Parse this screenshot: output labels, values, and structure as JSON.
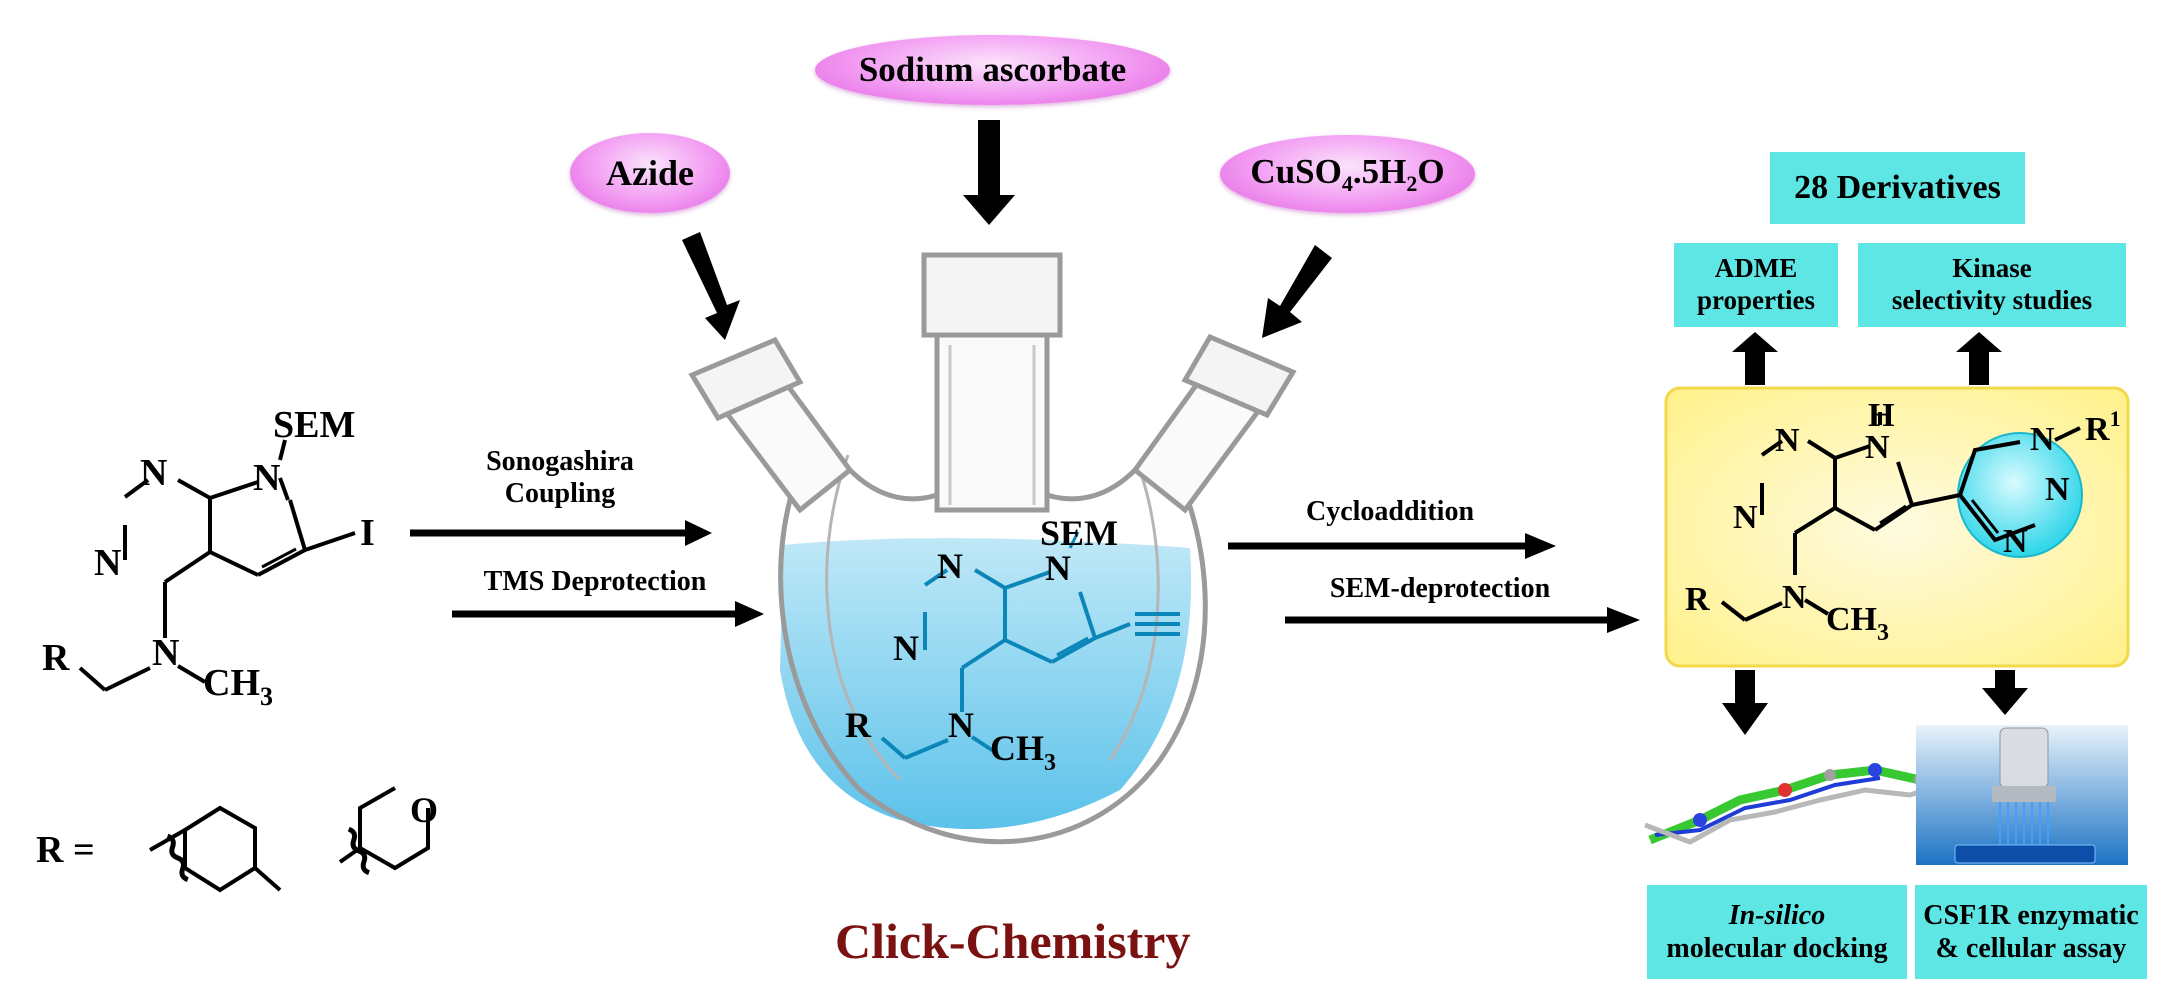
{
  "reagents": {
    "azide": "Azide",
    "sodium_ascorbate": "Sodium ascorbate",
    "cuso4_main": "CuSO",
    "cuso4_sub": "4",
    "cuso4_mid": ".5H",
    "cuso4_sub2": "2",
    "cuso4_end": "O"
  },
  "steps": {
    "sonogashira_1": "Sonogashira",
    "sonogashira_2": "Coupling",
    "tms": "TMS Deprotection",
    "cycloaddition": "Cycloaddition",
    "sem_deprotection": "SEM-deprotection"
  },
  "title": "Click-Chemistry",
  "outcomes": {
    "derivatives": "28 Derivatives",
    "adme_1": "ADME",
    "adme_2": "properties",
    "kinase_1": "Kinase",
    "kinase_2": "selectivity studies",
    "insilico_1": "In-silico",
    "insilico_2": "molecular docking",
    "csf1r_1": "CSF1R enzymatic",
    "csf1r_2": "& cellular assay"
  },
  "atoms": {
    "N": "N",
    "H": "H",
    "I": "I",
    "R": "R",
    "SEM": "SEM",
    "CH": "CH",
    "sub3": "3",
    "R1": "R",
    "sup1": "1",
    "r_equals": "R ="
  },
  "colors": {
    "structure_blue": "#0a86b8",
    "box_cyan": "#5ee6e4",
    "title_red": "#7a1212",
    "pill_pink": "#f29af2"
  }
}
